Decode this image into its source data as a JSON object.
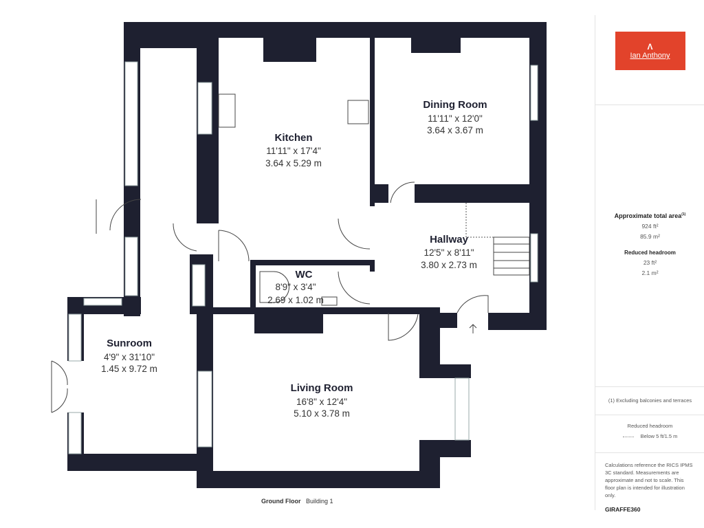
{
  "rooms": [
    {
      "name": "Kitchen",
      "imperial": "11'11\" x 17'4\"",
      "metric": "3.64 x 5.29 m"
    },
    {
      "name": "Dining Room",
      "imperial": "11'11\" x 12'0\"",
      "metric": "3.64 x 3.67 m"
    },
    {
      "name": "Hallway",
      "imperial": "12'5\" x 8'11\"",
      "metric": "3.80 x 2.73 m"
    },
    {
      "name": "WC",
      "imperial": "8'9\" x 3'4\"",
      "metric": "2.69 x 1.02 m"
    },
    {
      "name": "Sunroom",
      "imperial": "4'9\" x 31'10\"",
      "metric": "1.45 x 9.72 m"
    },
    {
      "name": "Living Room",
      "imperial": "16'8\" x 12'4\"",
      "metric": "5.10 x 3.78 m"
    }
  ],
  "footer": {
    "floor": "Ground Floor",
    "building": "Building 1"
  },
  "panel": {
    "logo": "Ian Anthony",
    "logo_color": "#e2432b",
    "total_title": "Approximate total area",
    "total_note": "(1)",
    "total_ft": "924 ft²",
    "total_m": "85.9 m²",
    "reduced_title": "Reduced headroom",
    "reduced_ft": "23 ft²",
    "reduced_m": "2.1 m²",
    "excluding": "(1) Excluding balconies and terraces",
    "legend_title": "Reduced headroom",
    "legend_text": "Below 5 ft/1.5 m",
    "disclaimer": "Calculations reference the RICS IPMS 3C standard. Measurements are approximate and not to scale. This floor plan is intended for illustration only.",
    "brand": "GIRAFFE360"
  }
}
